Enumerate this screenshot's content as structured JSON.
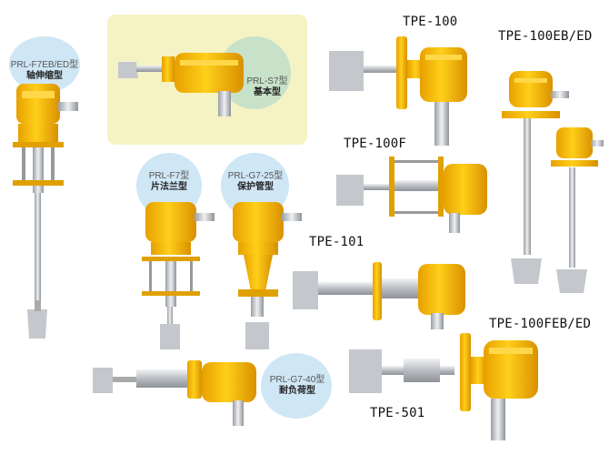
{
  "labels": {
    "prl_f7eb": {
      "model": "PRL-F7EB/ED型",
      "desc": "轴伸缩型"
    },
    "prl_s7": {
      "model": "PRL-S7型",
      "desc": "基本型"
    },
    "prl_f7": {
      "model": "PRL-F7型",
      "desc": "片法兰型"
    },
    "prl_g7_25": {
      "model": "PRL-G7-25型",
      "desc": "保护管型"
    },
    "prl_g7_40": {
      "model": "PRL-G7-40型",
      "desc": "耐负荷型"
    },
    "tpe_100": "TPE-100",
    "tpe_100ebed": "TPE-100EB/ED",
    "tpe_100f": "TPE-100F",
    "tpe_101": "TPE-101",
    "tpe_100febed": "TPE-100FEB/ED",
    "tpe_501": "TPE-501"
  },
  "colors": {
    "housing": "#f5b800",
    "housing_dark": "#d99a00",
    "bubble": "#cfe6f5",
    "panel": "#f5f3c4",
    "metal": "#c9ccd0",
    "paddle": "#c4c8cc"
  }
}
